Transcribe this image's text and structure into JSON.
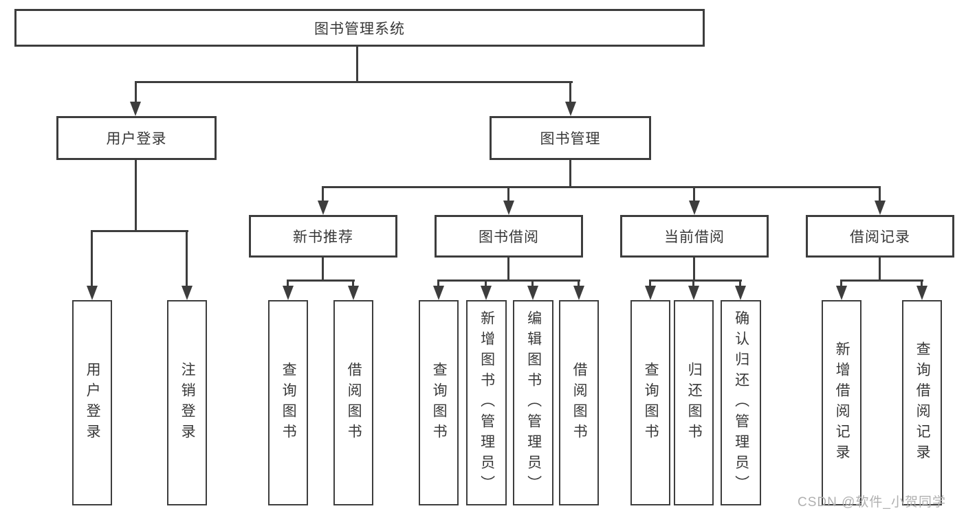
{
  "tree": {
    "label": "图书管理系统",
    "children": [
      {
        "label": "用户登录",
        "children": [
          {
            "label": "用户登录"
          },
          {
            "label": "注销登录"
          }
        ]
      },
      {
        "label": "图书管理",
        "children": [
          {
            "label": "新书推荐",
            "children": [
              {
                "label": "查询图书"
              },
              {
                "label": "借阅图书"
              }
            ]
          },
          {
            "label": "图书借阅",
            "children": [
              {
                "label": "查询图书"
              },
              {
                "label": "新增图书（管理员）"
              },
              {
                "label": "编辑图书（管理员）"
              },
              {
                "label": "借阅图书"
              }
            ]
          },
          {
            "label": "当前借阅",
            "children": [
              {
                "label": "查询图书"
              },
              {
                "label": "归还图书"
              },
              {
                "label": "确认归还（管理员）"
              }
            ]
          },
          {
            "label": "借阅记录",
            "children": [
              {
                "label": "新增借阅记录"
              },
              {
                "label": "查询借阅记录"
              }
            ]
          }
        ]
      }
    ]
  },
  "watermark": "CSDN @软件_小贺同学",
  "colors": {
    "line": "#3d3d3d",
    "text": "#383838",
    "watermark": "#b0b0b0"
  }
}
